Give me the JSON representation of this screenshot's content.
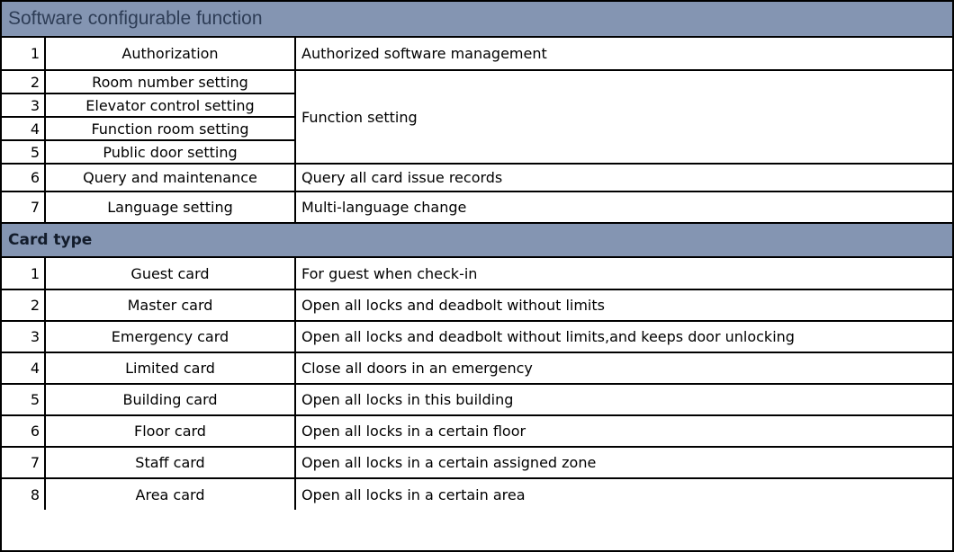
{
  "colors": {
    "section_header_bg": "#8495B2",
    "section_header_text": "#2E3D56",
    "card_type_text": "#131C2B",
    "border": "#000000",
    "cell_bg": "#FFFFFF",
    "cell_text": "#000000"
  },
  "section1": {
    "title": "Software configurable function",
    "merged_desc": "Function setting",
    "rows": [
      {
        "num": "1",
        "name": "Authorization",
        "desc": "Authorized software management"
      },
      {
        "num": "2",
        "name": "Room number setting"
      },
      {
        "num": "3",
        "name": "Elevator control setting"
      },
      {
        "num": "4",
        "name": "Function room setting"
      },
      {
        "num": "5",
        "name": "Public door setting"
      },
      {
        "num": "6",
        "name": "Query and maintenance",
        "desc": "Query all card issue records"
      },
      {
        "num": "7",
        "name": "Language setting",
        "desc": "Multi-language change"
      }
    ]
  },
  "section2": {
    "title": "Card type",
    "rows": [
      {
        "num": "1",
        "name": "Guest card",
        "desc": "For guest when check-in"
      },
      {
        "num": "2",
        "name": "Master card",
        "desc": "Open all locks and deadbolt without limits"
      },
      {
        "num": "3",
        "name": "Emergency card",
        "desc": "Open all locks and deadbolt without limits,and keeps door unlocking"
      },
      {
        "num": "4",
        "name": "Limited card",
        "desc": "Close all doors in an emergency"
      },
      {
        "num": "5",
        "name": "Building card",
        "desc": "Open all locks in this building"
      },
      {
        "num": "6",
        "name": "Floor card",
        "desc": "Open all locks in a certain floor"
      },
      {
        "num": "7",
        "name": "Staff card",
        "desc": "Open all locks in a certain assigned zone"
      },
      {
        "num": "8",
        "name": "Area card",
        "desc": "Open all locks in a certain area"
      }
    ]
  }
}
